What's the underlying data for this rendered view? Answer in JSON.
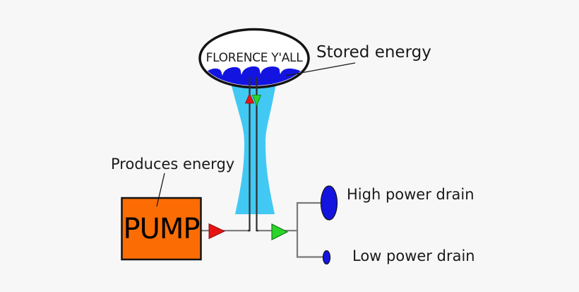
{
  "scene": {
    "background_color": "#f7f7f7",
    "tank": {
      "label": "FLORENCE Y'ALL"
    },
    "callouts": {
      "stored_energy": "Stored energy",
      "produces_energy": "Produces energy"
    },
    "pump": {
      "label": "PUMP"
    },
    "drains": {
      "high": {
        "label": "High power drain"
      },
      "low": {
        "label": "Low power drain"
      }
    },
    "colors": {
      "water_blue": "#1414e0",
      "tower_cyan": "#41c9f4",
      "pump_orange": "#fb6d04",
      "arrow_red": "#e61414",
      "arrow_red_edge": "#8f0f0f",
      "arrow_green": "#2bd42b",
      "arrow_green_edge": "#117d11",
      "connector_gray": "#7a7a7a",
      "pipe_dark": "#2e2e2e",
      "outline_black": "#141414",
      "tank_fill": "#ffffff",
      "text_black": "#1a1a1a"
    }
  }
}
